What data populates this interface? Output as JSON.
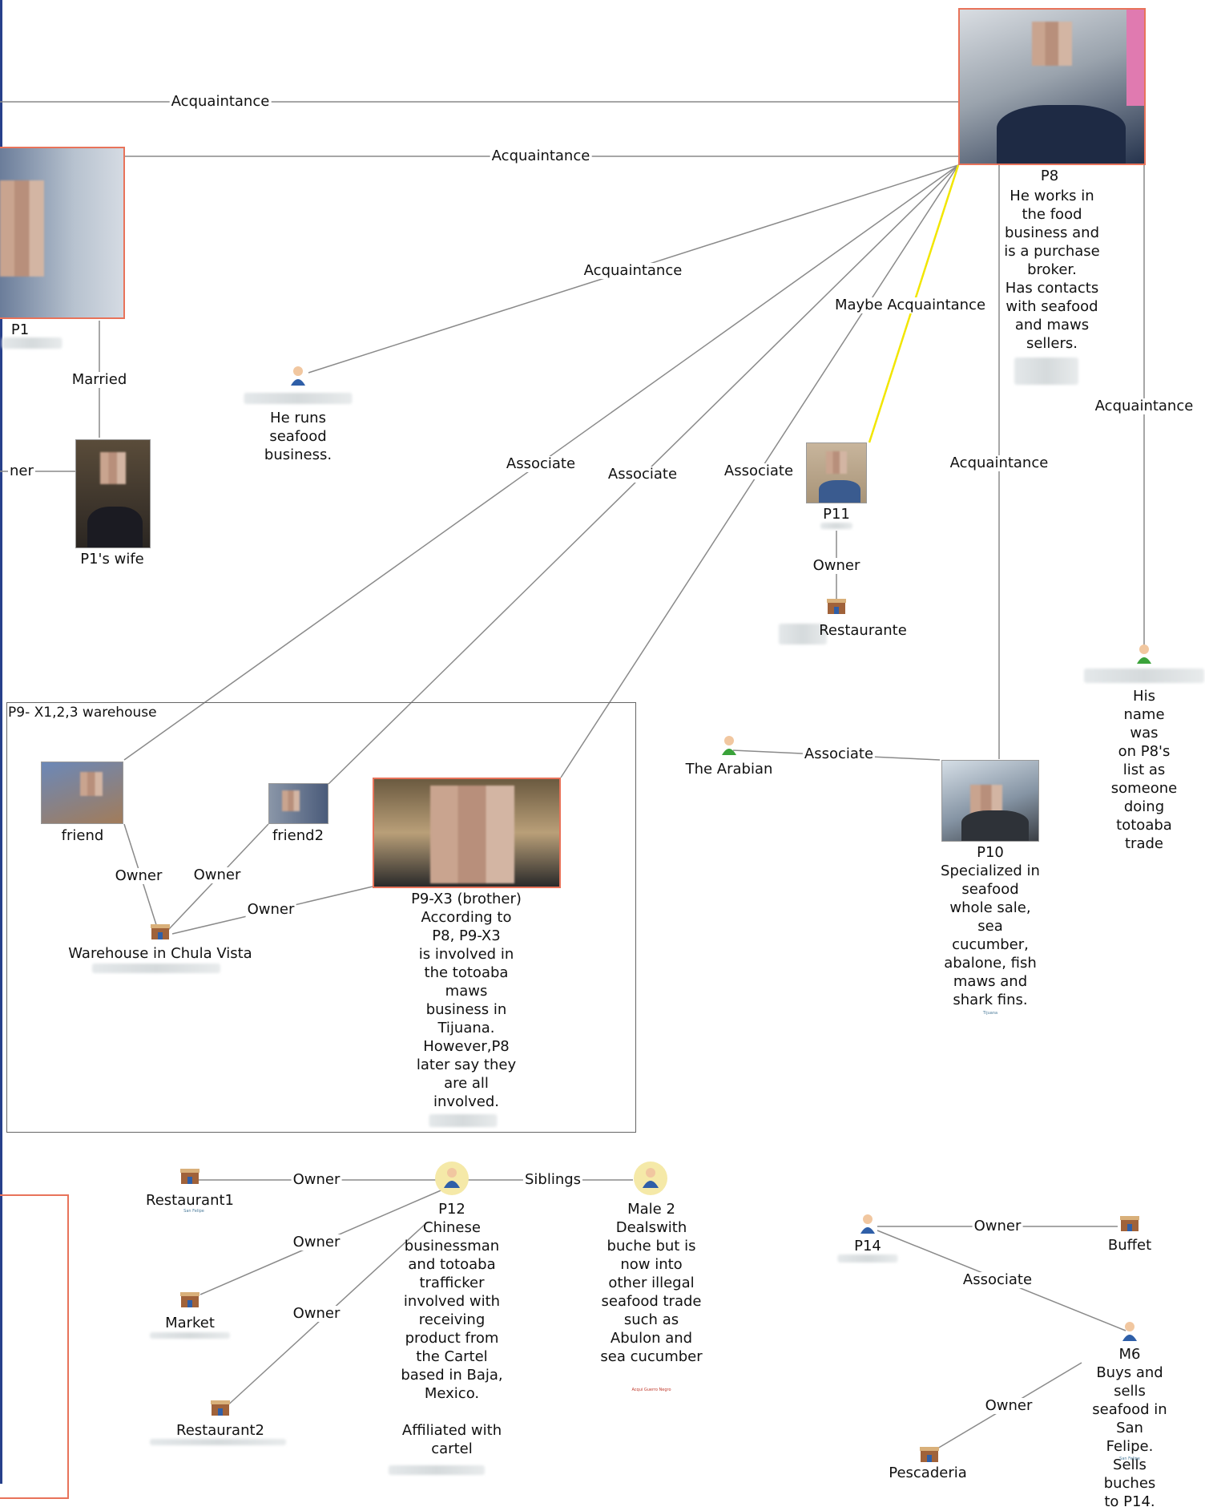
{
  "edges": {
    "acq_top": "Acquaintance",
    "acq_p1": "Acquaintance",
    "acq_seafood": "Acquaintance",
    "maybe_acq": "Maybe Acquaintance",
    "acq_p10": "Acquaintance",
    "acq_right": "Acquaintance",
    "married": "Married",
    "assoc_friend": "Associate",
    "assoc_friend2": "Associate",
    "assoc_x3": "Associate",
    "owner_p11": "Owner",
    "assoc_arabian": "Associate",
    "owner_friend": "Owner",
    "owner_friend2": "Owner",
    "owner_x3": "Owner",
    "owner_rest1": "Owner",
    "siblings": "Siblings",
    "owner_market": "Owner",
    "owner_rest2": "Owner",
    "owner_buffet": "Owner",
    "assoc_m6": "Associate",
    "owner_pesc": "Owner",
    "cut_owner": "ner"
  },
  "nodes": {
    "p8_name": "P8",
    "p8_desc": "He works in\nthe food\nbusiness and\nis a  purchase\nbroker.\nHas contacts\nwith seafood\nand maws\nsellers.",
    "p1_name": "P1",
    "p1_wife": "P1's wife",
    "seafood_desc": "He runs\nseafood\nbusiness.",
    "p11_name": "P11",
    "restaurante": "Restaurante",
    "right_desc": "His name was\non P8's list as\nsomeone\ndoing totoaba\ntrade",
    "arabian": "The Arabian",
    "p10_desc": "P10\nSpecialized in\nseafood\nwhole sale,\nsea\ncucumber,\nabalone, fish\nmaws and\nshark fins.",
    "p10_tag": "Tijuana",
    "group_title": "P9- X1,2,3 warehouse",
    "friend": "friend",
    "friend2": "friend2",
    "x3_desc": "P9-X3 (brother)\nAccording to\nP8, P9-X3\nis involved in\nthe totoaba\nmaws\nbusiness in\nTijuana.\nHowever,P8\nlater say they\nare all\ninvolved.",
    "warehouse": "Warehouse in Chula Vista",
    "restaurant1": "Restaurant1",
    "restaurant1_tag": "San Felipe",
    "p12_desc": "P12\nChinese\nbusinessman\nand totoaba\ntrafficker\ninvolved with\nreceiving\nproduct from\nthe Cartel\nbased in Baja,\nMexico.\n\nAffiliated with\ncartel",
    "male2_desc": "Male 2\nDealswith\nbuche but is\nnow into\nother illegal\nseafood trade\nsuch as\nAbulon and\nsea cucumber",
    "male2_tag": "Acqui Guerro Negro",
    "market": "Market",
    "restaurant2": "Restaurant2",
    "p14": "P14",
    "buffet": "Buffet",
    "m6_desc": "M6\nBuys and sells\nseafood in\nSan Felipe.\nSells buches\nto P14.",
    "m6_tag": "San Felipe",
    "pescaderia": "Pescaderia"
  },
  "icons": {
    "person": "person-icon",
    "building": "building-icon",
    "highlight_person": "highlighted-person-icon"
  },
  "colors": {
    "edge": "#8a8a8a",
    "maybe_edge": "#f2e600",
    "selected_border": "#e8735a",
    "person_blue": "#2f5fa8",
    "person_green": "#3aa23a",
    "highlight_ring": "#f5e9a8",
    "left_bar": "#27408b"
  }
}
